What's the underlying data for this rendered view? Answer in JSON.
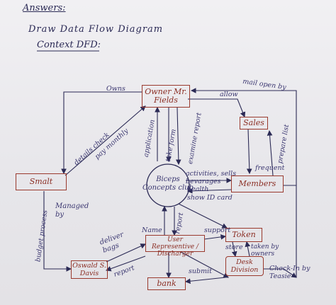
{
  "heading": {
    "answer": "Answers:",
    "task": "Draw Data Flow Diagram",
    "subtitle": "Context DFD:"
  },
  "nodes": {
    "owner": "Owner Mr. Fields",
    "sales": "Sales",
    "smalt": "Smalt",
    "process": "Biceps Concepts club",
    "members": "Members",
    "token": "Token",
    "oswald": "Oswald S. Davis",
    "user_rep": "User Representive / Discharger",
    "bank": "bank",
    "desk": "Desk Division"
  },
  "flows": {
    "owns": "Owns",
    "allow": "allow",
    "mail_open_by": "mail open by",
    "details_check": "details check",
    "pay_monthly": "pay monthly",
    "application": "application",
    "take_form": "take form",
    "examine_report": "examine report",
    "frequent": "frequent",
    "prepare_list": "prepare list",
    "activities_sells_bevarages": "activities, sells bevarages",
    "health": "health",
    "show_id_card": "show ID card",
    "managed_by": "Managed by",
    "budget_process": "budget process",
    "deliver_bags": "deliver bags",
    "name": "Name",
    "report_up": "report",
    "support": "support",
    "report": "report",
    "submit": "submit",
    "store": "store",
    "taken_by_owners": "taken by owners",
    "check_in_by_teasie": "Check-In by Teasie"
  }
}
